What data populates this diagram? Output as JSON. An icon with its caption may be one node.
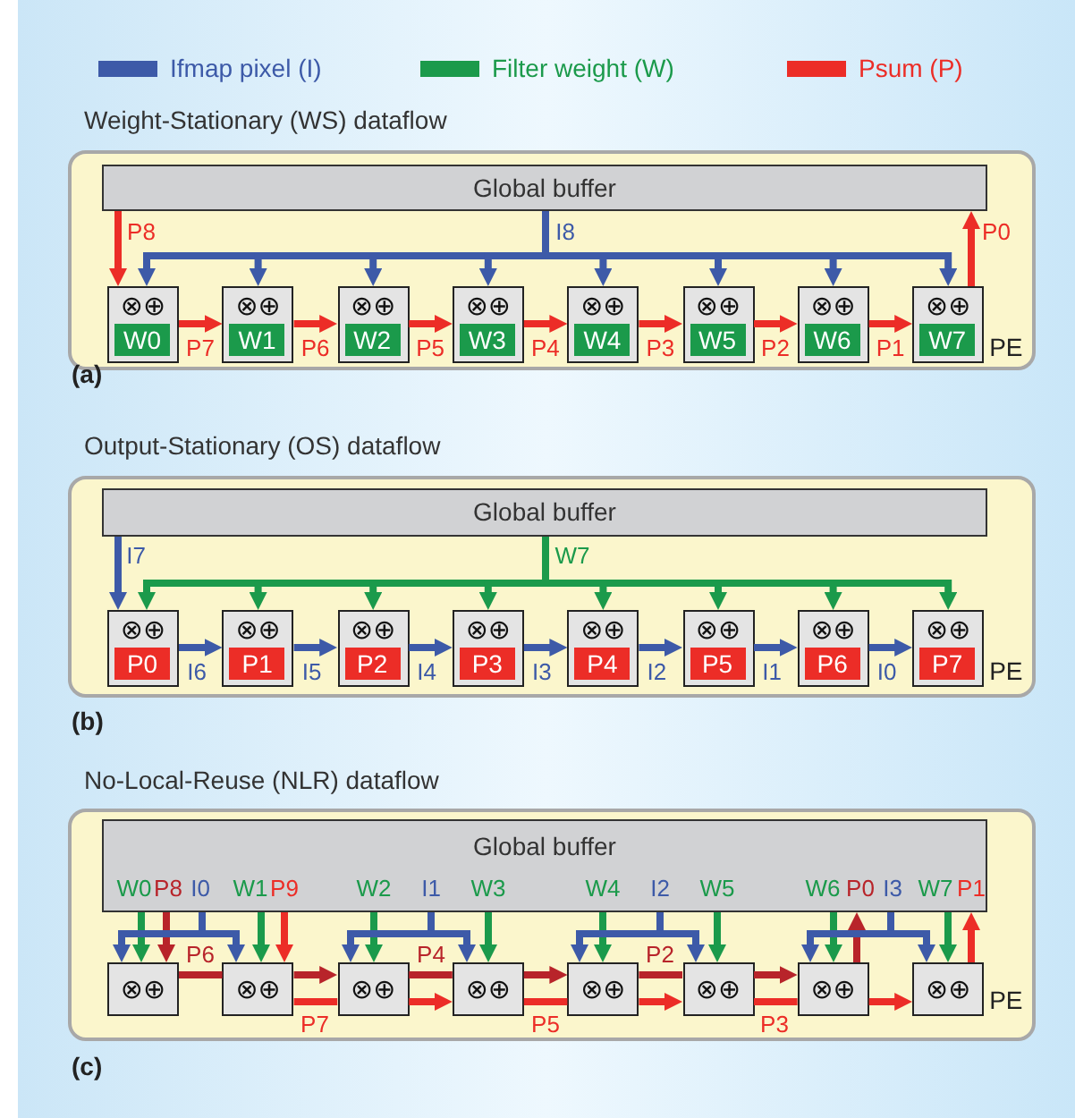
{
  "diagram": {
    "nodes": [
      {
        "text": [],
        "shape": "box"
      },
      {
        "text": [
          "Global buffer"
        ],
        "in": 0
      },
      {
        "text": [
          "⊗⊕",
          "W0"
        ],
        "in": 0
      },
      {
        "text": [
          "⊗⊕",
          "W1"
        ],
        "in": 0
      },
      {
        "text": [
          "⊗⊕",
          "W2"
        ],
        "in": 0
      },
      {
        "text": [
          "⊗⊕",
          "W3"
        ],
        "in": 0
      },
      {
        "text": [
          "⊗⊕",
          "W4"
        ],
        "in": 0
      },
      {
        "text": [
          "⊗⊕",
          "W5"
        ],
        "in": 0
      },
      {
        "text": [
          "⊗⊕",
          "W6"
        ],
        "in": 0
      },
      {
        "text": [
          "⊗⊕",
          "W7"
        ],
        "in": 0,
        "beside": [
          "PE"
        ]
      },
      {
        "text": [],
        "shape": "box"
      },
      {
        "text": [
          "Global buffer"
        ],
        "in": 10
      },
      {
        "text": [
          "⊗⊕",
          "P0"
        ],
        "in": 10
      },
      {
        "text": [
          "⊗⊕",
          "P1"
        ],
        "in": 10
      },
      {
        "text": [
          "⊗⊕",
          "P2"
        ],
        "in": 10
      },
      {
        "text": [
          "⊗⊕",
          "P3"
        ],
        "in": 10
      },
      {
        "text": [
          "⊗⊕",
          "P4"
        ],
        "in": 10
      },
      {
        "text": [
          "⊗⊕",
          "P5"
        ],
        "in": 10
      },
      {
        "text": [
          "⊗⊕",
          "P6"
        ],
        "in": 10
      },
      {
        "text": [
          "⊗⊕",
          "P7"
        ],
        "in": 10,
        "beside": [
          "PE"
        ]
      },
      {
        "text": [],
        "shape": "box"
      },
      {
        "text": [
          "Global buffer"
        ],
        "in": 20
      },
      {
        "text": [
          "⊗⊕"
        ],
        "in": 20
      },
      {
        "text": [
          "⊗⊕"
        ],
        "in": 20
      },
      {
        "text": [
          "⊗⊕"
        ],
        "in": 20
      },
      {
        "text": [
          "⊗⊕"
        ],
        "in": 20
      },
      {
        "text": [
          "⊗⊕"
        ],
        "in": 20
      },
      {
        "text": [
          "⊗⊕"
        ],
        "in": 20
      },
      {
        "text": [
          "⊗⊕"
        ],
        "in": 20
      },
      {
        "text": [
          "⊗⊕"
        ],
        "in": 20,
        "beside": [
          "PE"
        ]
      }
    ],
    "edges": [
      {
        "from": 1,
        "to": 2,
        "arrow": "to",
        "label": "P8",
        "color": "#ec2d27"
      },
      {
        "from": 1,
        "to": 2,
        "arrow": "to",
        "label": "I8",
        "color": "#3d5aa8"
      },
      {
        "from": 1,
        "to": 3,
        "arrow": "to",
        "color": "#3d5aa8"
      },
      {
        "from": 1,
        "to": 4,
        "arrow": "to",
        "color": "#3d5aa8"
      },
      {
        "from": 1,
        "to": 5,
        "arrow": "to",
        "color": "#3d5aa8"
      },
      {
        "from": 1,
        "to": 6,
        "arrow": "to",
        "color": "#3d5aa8"
      },
      {
        "from": 1,
        "to": 7,
        "arrow": "to",
        "color": "#3d5aa8"
      },
      {
        "from": 1,
        "to": 8,
        "arrow": "to",
        "color": "#3d5aa8"
      },
      {
        "from": 1,
        "to": 9,
        "arrow": "to",
        "color": "#3d5aa8"
      },
      {
        "from": 2,
        "to": 3,
        "arrow": "to",
        "label": "P7",
        "color": "#ec2d27"
      },
      {
        "from": 3,
        "to": 4,
        "arrow": "to",
        "label": "P6",
        "color": "#ec2d27"
      },
      {
        "from": 4,
        "to": 5,
        "arrow": "to",
        "label": "P5",
        "color": "#ec2d27"
      },
      {
        "from": 5,
        "to": 6,
        "arrow": "to",
        "label": "P4",
        "color": "#ec2d27"
      },
      {
        "from": 6,
        "to": 7,
        "arrow": "to",
        "label": "P3",
        "color": "#ec2d27"
      },
      {
        "from": 7,
        "to": 8,
        "arrow": "to",
        "label": "P2",
        "color": "#ec2d27"
      },
      {
        "from": 8,
        "to": 9,
        "arrow": "to",
        "label": "P1",
        "color": "#ec2d27"
      },
      {
        "from": 9,
        "to": 1,
        "arrow": "to",
        "label": "P0",
        "color": "#ec2d27"
      },
      {
        "from": 11,
        "to": 12,
        "arrow": "to",
        "label": "I7",
        "color": "#3d5aa8"
      },
      {
        "from": 11,
        "to": 12,
        "arrow": "to",
        "label": "W7",
        "color": "#1b9a4b"
      },
      {
        "from": 11,
        "to": 13,
        "arrow": "to",
        "color": "#1b9a4b"
      },
      {
        "from": 11,
        "to": 14,
        "arrow": "to",
        "color": "#1b9a4b"
      },
      {
        "from": 11,
        "to": 15,
        "arrow": "to",
        "color": "#1b9a4b"
      },
      {
        "from": 11,
        "to": 16,
        "arrow": "to",
        "color": "#1b9a4b"
      },
      {
        "from": 11,
        "to": 17,
        "arrow": "to",
        "color": "#1b9a4b"
      },
      {
        "from": 11,
        "to": 18,
        "arrow": "to",
        "color": "#1b9a4b"
      },
      {
        "from": 11,
        "to": 19,
        "arrow": "to",
        "color": "#1b9a4b"
      },
      {
        "from": 12,
        "to": 13,
        "arrow": "to",
        "label": "I6",
        "color": "#3d5aa8"
      },
      {
        "from": 13,
        "to": 14,
        "arrow": "to",
        "label": "I5",
        "color": "#3d5aa8"
      },
      {
        "from": 14,
        "to": 15,
        "arrow": "to",
        "label": "I4",
        "color": "#3d5aa8"
      },
      {
        "from": 15,
        "to": 16,
        "arrow": "to",
        "label": "I3",
        "color": "#3d5aa8"
      },
      {
        "from": 16,
        "to": 17,
        "arrow": "to",
        "label": "I2",
        "color": "#3d5aa8"
      },
      {
        "from": 17,
        "to": 18,
        "arrow": "to",
        "label": "I1",
        "color": "#3d5aa8"
      },
      {
        "from": 18,
        "to": 19,
        "arrow": "to",
        "label": "I0",
        "color": "#3d5aa8"
      },
      {
        "from": 21,
        "to": 22,
        "arrow": "to",
        "label": "W0",
        "color": "#1b9a4b"
      },
      {
        "from": 21,
        "to": 22,
        "arrow": "to",
        "label": "P8",
        "color": "#b8242a"
      },
      {
        "from": 21,
        "to": 22,
        "arrow": "to",
        "label": "I0",
        "color": "#3d5aa8"
      },
      {
        "from": 21,
        "to": 23,
        "arrow": "to",
        "color": "#3d5aa8"
      },
      {
        "from": 21,
        "to": 23,
        "arrow": "to",
        "label": "W1",
        "color": "#1b9a4b"
      },
      {
        "from": 21,
        "to": 23,
        "arrow": "to",
        "label": "P9",
        "color": "#ec2d27"
      },
      {
        "from": 22,
        "to": 23,
        "arrow": "none",
        "label": "P6",
        "color": "#b8242a"
      },
      {
        "from": 23,
        "to": 24,
        "arrow": "to",
        "color": "#b8242a"
      },
      {
        "from": 23,
        "to": 24,
        "arrow": "none",
        "label": "P7",
        "color": "#ec2d27"
      },
      {
        "from": 21,
        "to": 24,
        "arrow": "to",
        "label": "W2",
        "color": "#1b9a4b"
      },
      {
        "from": 21,
        "to": 24,
        "arrow": "to",
        "label": "I1",
        "color": "#3d5aa8"
      },
      {
        "from": 21,
        "to": 25,
        "arrow": "to",
        "color": "#3d5aa8"
      },
      {
        "from": 21,
        "to": 25,
        "arrow": "to",
        "label": "W3",
        "color": "#1b9a4b"
      },
      {
        "from": 24,
        "to": 25,
        "arrow": "none",
        "label": "P4",
        "color": "#b8242a"
      },
      {
        "from": 24,
        "to": 25,
        "arrow": "to",
        "color": "#ec2d27"
      },
      {
        "from": 25,
        "to": 26,
        "arrow": "to",
        "color": "#b8242a"
      },
      {
        "from": 25,
        "to": 26,
        "arrow": "none",
        "label": "P5",
        "color": "#ec2d27"
      },
      {
        "from": 21,
        "to": 26,
        "arrow": "to",
        "label": "W4",
        "color": "#1b9a4b"
      },
      {
        "from": 21,
        "to": 26,
        "arrow": "to",
        "label": "I2",
        "color": "#3d5aa8"
      },
      {
        "from": 21,
        "to": 27,
        "arrow": "to",
        "color": "#3d5aa8"
      },
      {
        "from": 21,
        "to": 27,
        "arrow": "to",
        "label": "W5",
        "color": "#1b9a4b"
      },
      {
        "from": 26,
        "to": 27,
        "arrow": "none",
        "label": "P2",
        "color": "#b8242a"
      },
      {
        "from": 26,
        "to": 27,
        "arrow": "to",
        "color": "#ec2d27"
      },
      {
        "from": 27,
        "to": 28,
        "arrow": "to",
        "color": "#b8242a"
      },
      {
        "from": 27,
        "to": 28,
        "arrow": "none",
        "label": "P3",
        "color": "#ec2d27"
      },
      {
        "from": 21,
        "to": 28,
        "arrow": "to",
        "label": "W6",
        "color": "#1b9a4b"
      },
      {
        "from": 28,
        "to": 21,
        "arrow": "to",
        "label": "P0",
        "color": "#b8242a"
      },
      {
        "from": 21,
        "to": 28,
        "arrow": "to",
        "label": "I3",
        "color": "#3d5aa8"
      },
      {
        "from": 21,
        "to": 29,
        "arrow": "to",
        "color": "#3d5aa8"
      },
      {
        "from": 21,
        "to": 29,
        "arrow": "to",
        "label": "W7",
        "color": "#1b9a4b"
      },
      {
        "from": 29,
        "to": 21,
        "arrow": "to",
        "label": "P1",
        "color": "#ec2d27"
      },
      {
        "from": 28,
        "to": 29,
        "arrow": "to",
        "color": "#ec2d27"
      }
    ],
    "labels": [
      "Weight-Stationary (WS) dataflow",
      "(a)",
      "Output-Stationary (OS) dataflow",
      "(b)",
      "No-Local-Reuse (NLR) dataflow",
      "(c)"
    ],
    "legend": [
      {
        "text": "Ifmap pixel (I)",
        "color": "#3d5aa8"
      },
      {
        "text": "Filter weight (W)",
        "color": "#1b9a4b"
      },
      {
        "text": "Psum (P)",
        "color": "#ec2d27"
      }
    ]
  }
}
